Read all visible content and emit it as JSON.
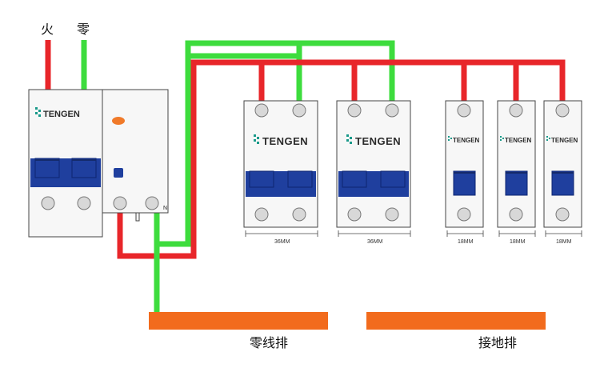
{
  "labels": {
    "live": "火",
    "neutral": "零",
    "neutral_bar": "零线排",
    "ground_bar": "接地排",
    "n_terminal": "N"
  },
  "brand": "TENGEN",
  "breakers": [
    {
      "width_label": "36MM",
      "poles": 2
    },
    {
      "width_label": "36MM",
      "poles": 2
    },
    {
      "width_label": "18MM",
      "poles": 1
    },
    {
      "width_label": "18MM",
      "poles": 1
    },
    {
      "width_label": "18MM",
      "poles": 1
    }
  ],
  "colors": {
    "live_wire": "#e8262a",
    "neutral_wire": "#3ddc3d",
    "busbar": "#f26b1d",
    "toggle": "#1f3f9e",
    "rcd_indicator": "#f07a2a",
    "terminal": "#d8d8d8",
    "breaker_body": "#f7f7f7"
  }
}
